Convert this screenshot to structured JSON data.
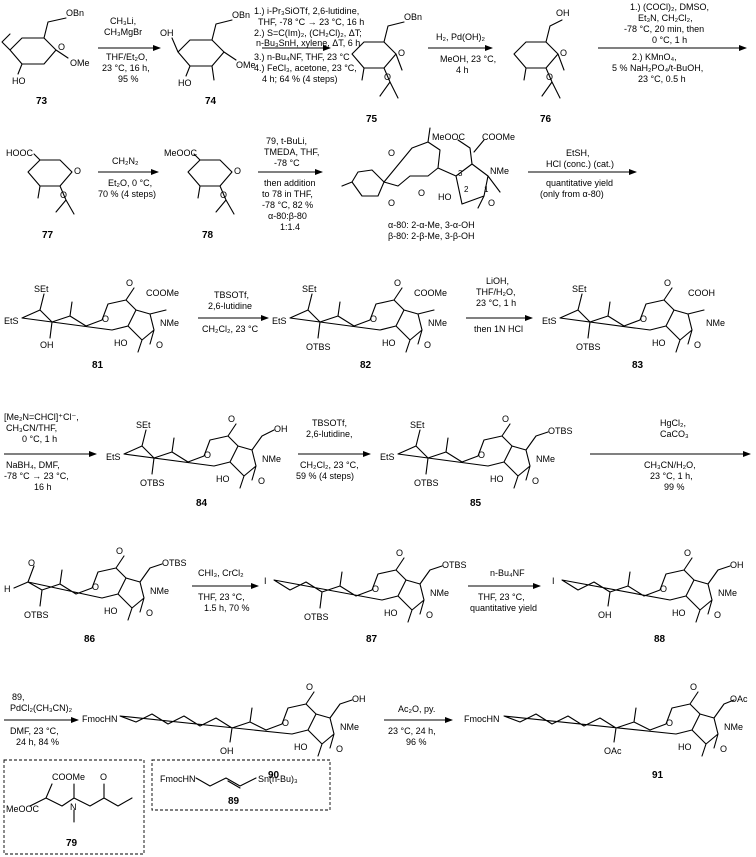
{
  "compounds": {
    "c73": "73",
    "c74": "74",
    "c75": "75",
    "c76": "76",
    "c77": "77",
    "c78": "78",
    "c80": "α-80: 2-α-Me, 3-α-OH",
    "c80b": "β-80: 2-β-Me, 3-β-OH",
    "c81": "81",
    "c82": "82",
    "c83": "83",
    "c84": "84",
    "c85": "85",
    "c86": "86",
    "c87": "87",
    "c88": "88",
    "c90": "90",
    "c91": "91",
    "c89": "89",
    "c79": "79"
  },
  "atoms": {
    "OBn": "OBn",
    "HO": "HO",
    "OMe": "OMe",
    "O": "O",
    "OH": "OH",
    "HOOC": "HOOC",
    "MeOOC": "MeOOC",
    "COOMe": "COOMe",
    "NMe": "NMe",
    "SEt": "SEt",
    "EtS": "EtS",
    "OTBS": "OTBS",
    "COOH": "COOH",
    "H": "H",
    "I": "I",
    "FmocHN": "FmocHN",
    "OAc": "OAc",
    "Sn": "Sn(n-Bu)₃",
    "N": "N",
    "n1": "1",
    "n2": "2",
    "n3": "3"
  },
  "steps": {
    "s1": [
      "CH₃Li,",
      "CH₃MgBr",
      "THF/Et₂O,",
      "23 °C, 16 h,",
      "95 %"
    ],
    "s2": [
      "1.) i-Pr₃SiOTf, 2,6-lutidine,",
      "THF, -78 °C → 23 °C, 16 h",
      "2.) S=C(Im)₂, (CH₂Cl)₂, ΔT;",
      "n-Bu₃SnH, xylene, ΔT, 6 h",
      "3.) n-Bu₄NF, THF, 23 °C",
      "4.) FeCl₃, acetone, 23 °C,",
      "4 h; 64 % (4 steps)"
    ],
    "s3": [
      "H₂, Pd(OH)₂",
      "MeOH, 23 °C,",
      "4 h"
    ],
    "s4": [
      "1.) (COCl)₂, DMSO,",
      "Et₃N, CH₂Cl₂,",
      "-78 °C, 20 min, then",
      "0 °C, 1 h",
      "2.) KMnO₄,",
      "5 % NaH₂PO₄/t-BuOH,",
      "23 °C, 0.5 h"
    ],
    "s5": [
      "CH₂N₂",
      "Et₂O, 0 °C,",
      "70 % (4 steps)"
    ],
    "s6": [
      "79, t-BuLi,",
      "TMEDA, THF,",
      "-78 °C",
      "then addition",
      "to 78 in THF,",
      "-78 °C, 82 %",
      "α-80:β-80",
      "1:1.4"
    ],
    "s7": [
      "EtSH,",
      "HCl (conc.) (cat.)",
      "quantitative yield",
      "(only from α-80)"
    ],
    "s8": [
      "TBSOTf,",
      "2,6-lutidine",
      "CH₂Cl₂, 23 °C"
    ],
    "s9": [
      "LiOH,",
      "THF/H₂O,",
      "23 °C, 1 h",
      "then 1N HCl"
    ],
    "s10": [
      "[Me₂N=CHCl]⁺Cl⁻,",
      "CH₃CN/THF,",
      "0 °C, 1 h",
      "NaBH₄, DMF,",
      "-78 °C → 23 °C,",
      "16 h"
    ],
    "s11": [
      "TBSOTf,",
      "2,6-lutidine,",
      "CH₂Cl₂, 23 °C,",
      "59 % (4 steps)"
    ],
    "s12": [
      "HgCl₂,",
      "CaCO₃",
      "CH₃CN/H₂O,",
      "23 °C, 1 h,",
      "99 %"
    ],
    "s13": [
      "CHI₃, CrCl₂",
      "THF, 23 °C,",
      "1.5 h, 70 %"
    ],
    "s14": [
      "n-Bu₄NF",
      "THF, 23 °C,",
      "quantitative yield"
    ],
    "s15": [
      "89,",
      "PdCl₂(CH₃CN)₂",
      "DMF, 23 °C,",
      "24 h, 84 %"
    ],
    "s16": [
      "Ac₂O, py.",
      "23 °C, 24 h,",
      "96 %"
    ]
  }
}
